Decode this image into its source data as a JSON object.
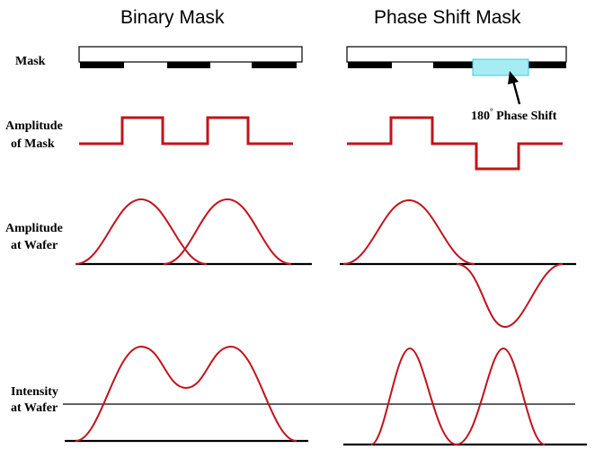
{
  "titles": {
    "binary": "Binary Mask",
    "phase_shift": "Phase Shift Mask"
  },
  "row_labels": {
    "mask": "Mask",
    "amplitude_mask_1": "Amplitude",
    "amplitude_mask_2": "of Mask",
    "amplitude_wafer_1": "Amplitude",
    "amplitude_wafer_2": "at Wafer",
    "intensity_wafer_1": "Intensity",
    "intensity_wafer_2": "at Wafer"
  },
  "annotations": {
    "phase_shift_degree": "180",
    "phase_shift_deg_symbol": "°",
    "phase_shift_text": " Phase Shift"
  },
  "colors": {
    "curve": "#c0141c",
    "chrome": "#000000",
    "shifter_fill": "#a6ecf2",
    "shifter_stroke": "#4bc6d6",
    "substrate": "#ffffff",
    "baseline": "#000000"
  }
}
